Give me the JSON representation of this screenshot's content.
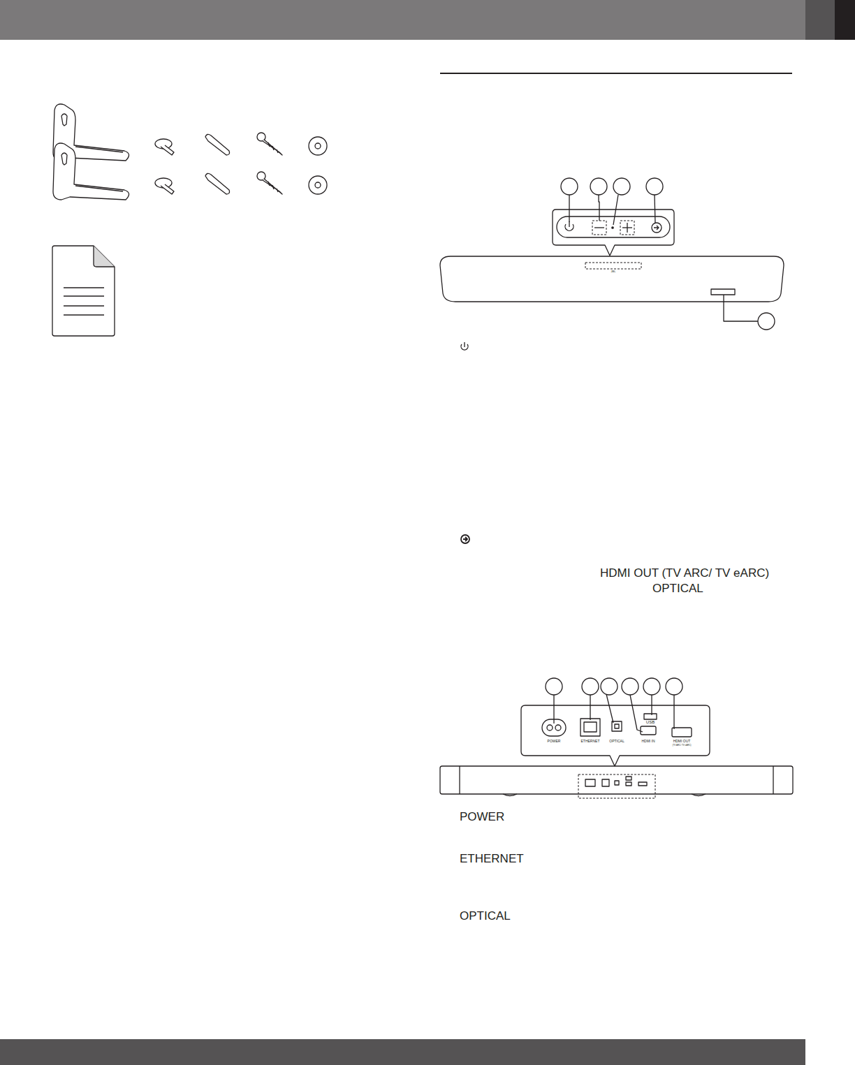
{
  "diagram": {
    "labels": [
      "JBL",
      "POWER",
      "ETHERNET",
      "OPTICAL",
      "HDMI IN",
      "USB",
      "HDMI OUT",
      "(TV ARC/ TV eARC)",
      "HDMI OUT (TV ARC/ TV eARC)",
      "OPTICAL",
      "POWER",
      "ETHERNET",
      "OPTICAL"
    ]
  }
}
